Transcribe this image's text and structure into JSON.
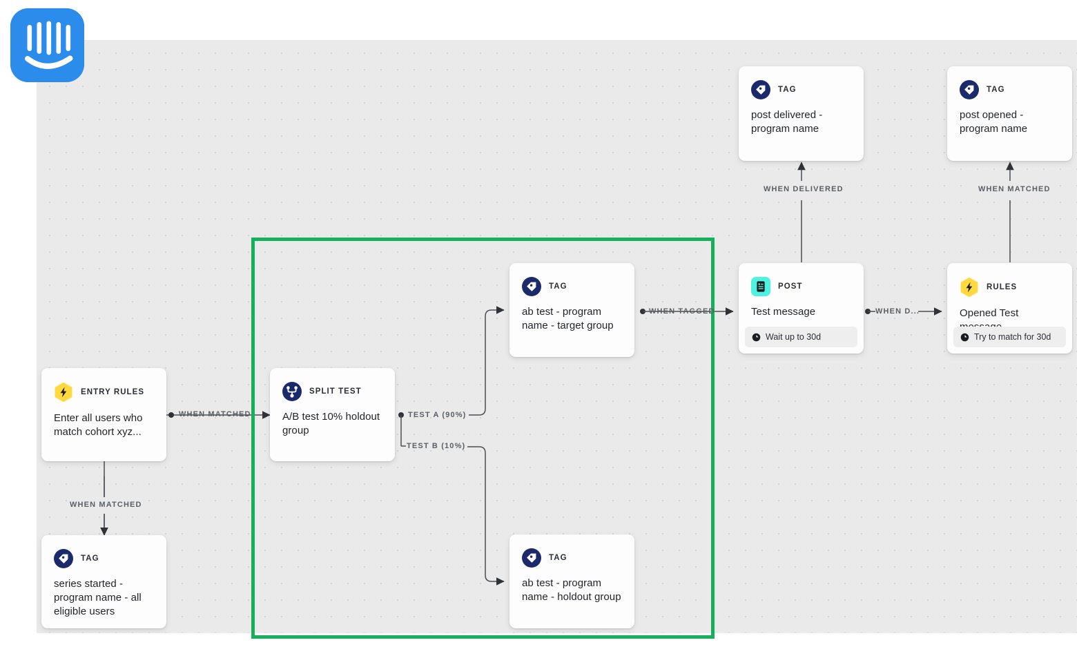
{
  "app": {
    "name": "Intercom",
    "logo_icon": "intercom-logo"
  },
  "canvas": {
    "background_color": "#eaeaea",
    "grid": "dotted"
  },
  "highlight": {
    "color": "#16b05a",
    "label": "split-test-highlight"
  },
  "nodes": [
    {
      "id": "entry-rules",
      "kind": "ENTRY RULES",
      "icon": "lightning-bolt-icon",
      "icon_shape": "hexagon",
      "icon_color": "#ffd93d",
      "title": "Enter all users who match cohort xyz...",
      "footer": null
    },
    {
      "id": "series-started-tag",
      "kind": "TAG",
      "icon": "tag-icon",
      "icon_shape": "circle",
      "icon_color": "#1b2a6b",
      "title": "series started - program name - all eligible users",
      "footer": null
    },
    {
      "id": "split-test",
      "kind": "SPLIT TEST",
      "icon": "split-branch-icon",
      "icon_shape": "circle",
      "icon_color": "#1b2a6b",
      "title": "A/B test 10% holdout group",
      "footer": null
    },
    {
      "id": "ab-test-target-tag",
      "kind": "TAG",
      "icon": "tag-icon",
      "icon_shape": "circle",
      "icon_color": "#1b2a6b",
      "title": "ab test - program name - target group",
      "footer": null
    },
    {
      "id": "ab-test-holdout-tag",
      "kind": "TAG",
      "icon": "tag-icon",
      "icon_shape": "circle",
      "icon_color": "#1b2a6b",
      "title": "ab test - program name - holdout group",
      "footer": null
    },
    {
      "id": "post-test-message",
      "kind": "POST",
      "icon": "post-document-icon",
      "icon_shape": "rounded-square",
      "icon_color": "#4ff2e0",
      "title": "Test message",
      "footer": "Wait up to 30d",
      "footer_icon": "clock-icon"
    },
    {
      "id": "post-delivered-tag",
      "kind": "TAG",
      "icon": "tag-icon",
      "icon_shape": "circle",
      "icon_color": "#1b2a6b",
      "title": "post delivered - program name",
      "footer": null
    },
    {
      "id": "rules-opened",
      "kind": "RULES",
      "icon": "lightning-bolt-icon",
      "icon_shape": "hexagon",
      "icon_color": "#ffd93d",
      "title": "Opened Test message",
      "footer": "Try to match for 30d",
      "footer_icon": "clock-icon"
    },
    {
      "id": "post-opened-tag",
      "kind": "TAG",
      "icon": "tag-icon",
      "icon_shape": "circle",
      "icon_color": "#1b2a6b",
      "title": "post opened - program name",
      "footer": null
    }
  ],
  "edges": [
    {
      "id": "e-entry-to-split",
      "label": "WHEN MATCHED"
    },
    {
      "id": "e-entry-to-series-tag",
      "label": "WHEN MATCHED"
    },
    {
      "id": "e-split-test-a",
      "label": "TEST A (90%)"
    },
    {
      "id": "e-split-test-b",
      "label": "TEST B (10%)"
    },
    {
      "id": "e-tag-to-post",
      "label": "WHEN TAGGED"
    },
    {
      "id": "e-post-to-rules",
      "label": "WHEN D..."
    },
    {
      "id": "e-post-to-delivered",
      "label": "WHEN DELIVERED"
    },
    {
      "id": "e-rules-to-opened",
      "label": "WHEN MATCHED"
    }
  ]
}
